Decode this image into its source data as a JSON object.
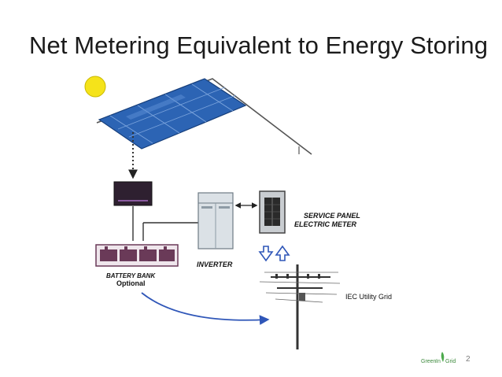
{
  "slide": {
    "title": "Net Metering Equivalent to Energy Storing",
    "page_number": "2"
  },
  "diagram": {
    "labels": {
      "service_panel_line1": "SERVICE PANEL",
      "service_panel_line2": "ELECTRIC METER",
      "inverter": "INVERTER",
      "battery_bank": "BATTERY BANK",
      "optional": "Optional",
      "grid": "IEC Utility Grid"
    },
    "logo_text": "GreenInGrid",
    "colors": {
      "sun": "#f5e31a",
      "panel": "#2c64b4",
      "inverter": "#dbe1e6",
      "controller": "#2e2030",
      "battery": "#6a3a58",
      "arrow_blue": "#2f56b8"
    }
  }
}
